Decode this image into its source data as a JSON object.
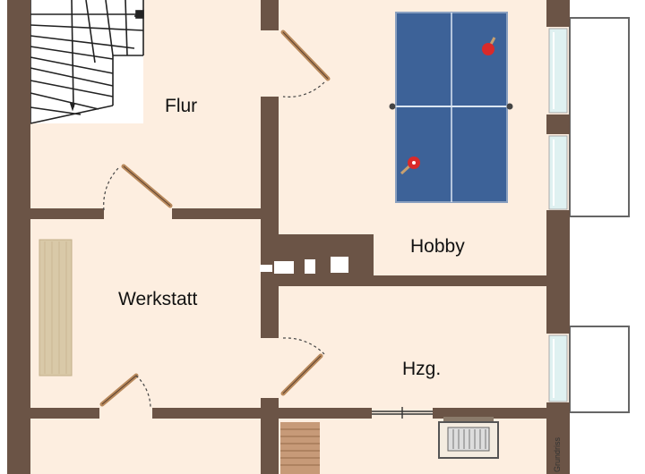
{
  "colors": {
    "wall": "#6b5446",
    "floor": "#fdeee0",
    "outside": "#ffffff",
    "table_blue": "#3d6298",
    "window_glass": "#dff1f1",
    "paddle_red": "#d92a2a",
    "workbench": "#d9c9a8",
    "shelf": "#c79a78"
  },
  "rooms": {
    "flur": "Flur",
    "hobby": "Hobby",
    "werkstatt": "Werkstatt",
    "hzg": "Hzg."
  },
  "side_text": "Grundriss",
  "icons": {
    "staircase": "staircase-icon",
    "ping_pong_table": "ping-pong-table-icon",
    "paddle": "ping-pong-paddle-icon",
    "workbench": "workbench-icon",
    "boiler": "boiler-icon",
    "shelf": "shelf-icon",
    "door": "door-icon",
    "window": "window-icon"
  }
}
